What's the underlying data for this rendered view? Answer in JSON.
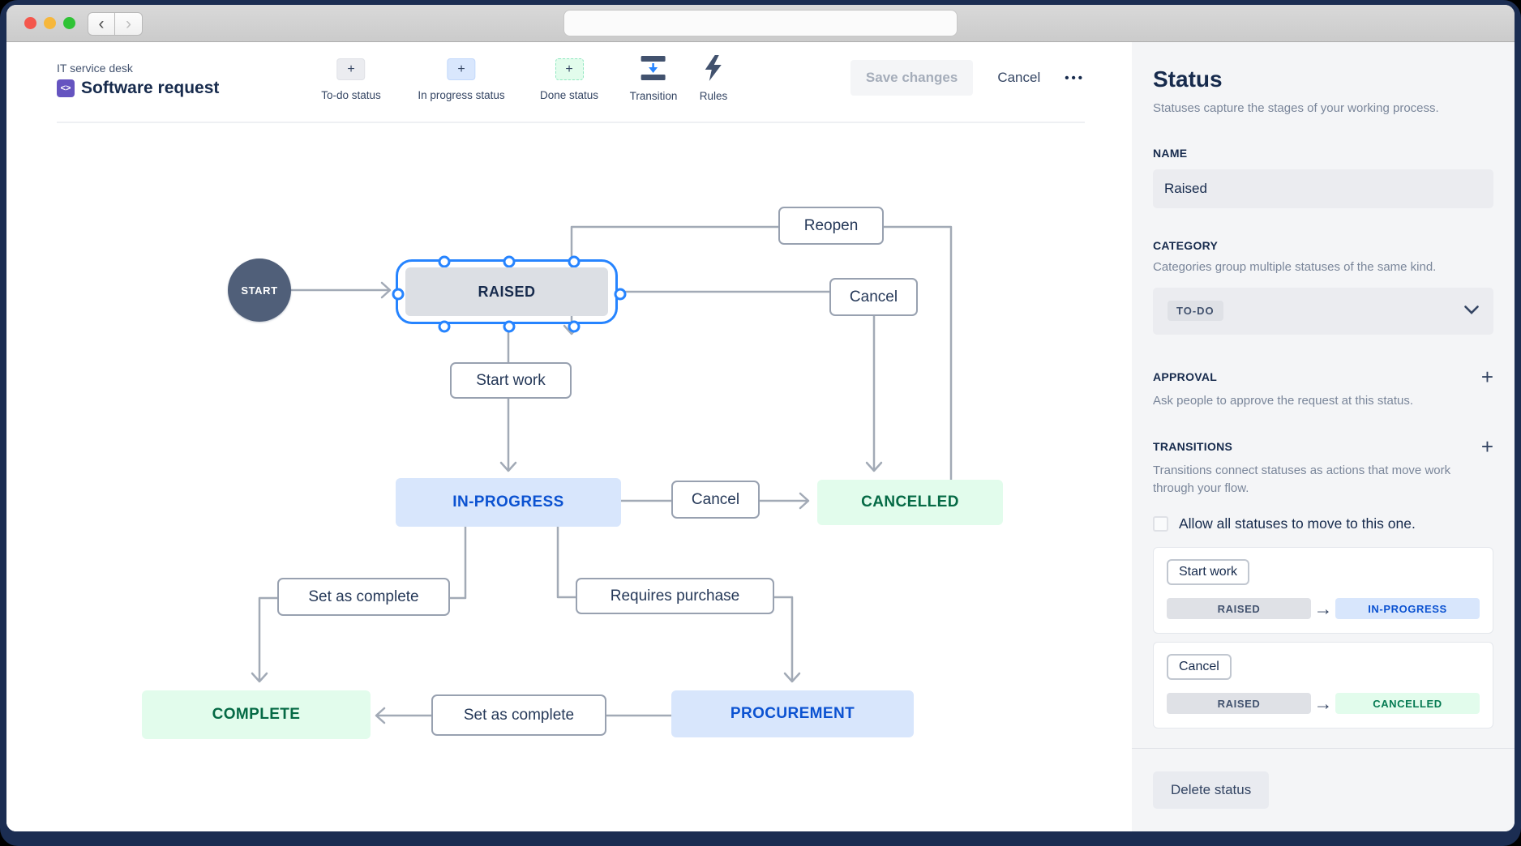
{
  "icons": {
    "plus": "+",
    "arrow_right": "→",
    "back": "‹",
    "forward": "›",
    "code": "<>",
    "more": "•••"
  },
  "colors": {
    "selection_blue": "#2684ff",
    "todo_grey_bg": "#ebecf0",
    "inprogress_blue_bg": "#d8e6fc",
    "done_green_bg": "#e2fcec",
    "node_blue_text": "#0b52d1",
    "node_green_text": "#056a45",
    "frame_navy": "#1b2d52"
  },
  "toolbar": {
    "breadcrumb": "IT service desk",
    "project_title": "Software request",
    "items": [
      {
        "label": "To-do status"
      },
      {
        "label": "In progress status"
      },
      {
        "label": "Done status"
      },
      {
        "label": "Transition"
      },
      {
        "label": "Rules"
      }
    ],
    "save_label": "Save changes",
    "cancel_label": "Cancel"
  },
  "diagram": {
    "start": "START",
    "raised": "RAISED",
    "in_progress": "IN-PROGRESS",
    "cancelled": "CANCELLED",
    "complete": "COMPLETE",
    "procurement": "PROCUREMENT",
    "reopen": "Reopen",
    "cancel_from_raised": "Cancel",
    "start_work": "Start work",
    "cancel_from_inprogress": "Cancel",
    "set_as_complete": "Set as complete",
    "requires_purchase": "Requires purchase",
    "set_as_complete_2": "Set as complete"
  },
  "panel": {
    "title": "Status",
    "subtitle": "Statuses capture the stages of your working process.",
    "name_label": "NAME",
    "name_value": "Raised",
    "category_label": "CATEGORY",
    "category_subtitle": "Categories group multiple statuses of the same kind.",
    "category_value": "TO-DO",
    "approval_label": "APPROVAL",
    "approval_subtitle": "Ask people to approve the request at this status.",
    "transitions_label": "TRANSITIONS",
    "transitions_subtitle": "Transitions connect statuses as actions that move work through your flow.",
    "allow_all_label": "Allow all statuses to move to this one.",
    "cards": [
      {
        "action": "Start work",
        "from": "RAISED",
        "to": "IN-PROGRESS"
      },
      {
        "action": "Cancel",
        "from": "RAISED",
        "to": "CANCELLED"
      }
    ],
    "delete_label": "Delete status"
  }
}
